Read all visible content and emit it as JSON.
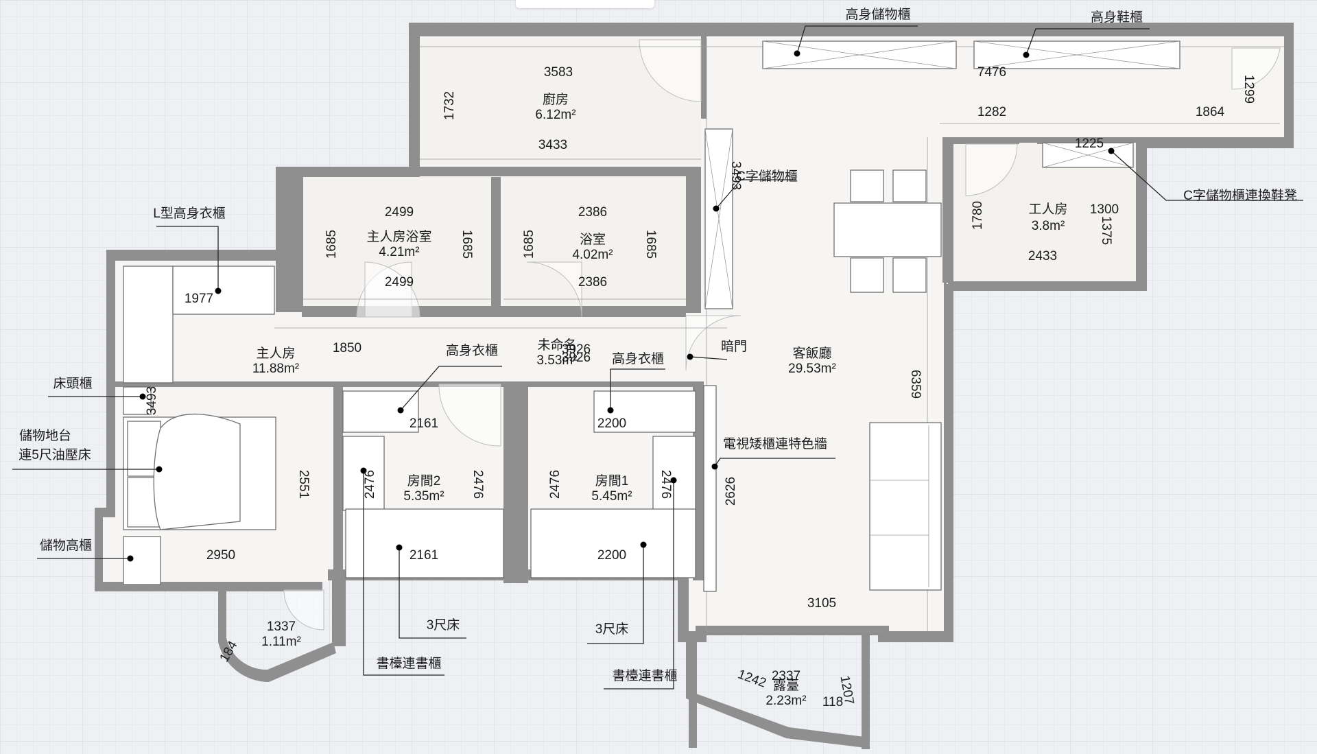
{
  "rooms": {
    "kitchen": {
      "name": "廚房",
      "area": "6.12m²"
    },
    "master_bath": {
      "name": "主人房浴室",
      "area": "4.21m²"
    },
    "bath": {
      "name": "浴室",
      "area": "4.02m²"
    },
    "master": {
      "name": "主人房",
      "area": "11.88m²"
    },
    "unnamed": {
      "name": "未命名",
      "area": "3.53m²"
    },
    "living": {
      "name": "客飯廳",
      "area": "29.53m²"
    },
    "helper": {
      "name": "工人房",
      "area": "3.8m²"
    },
    "room2": {
      "name": "房間2",
      "area": "5.35m²"
    },
    "room1": {
      "name": "房間1",
      "area": "5.45m²"
    },
    "bay": {
      "name": "",
      "area": "1.11m²"
    },
    "balcony": {
      "name": "露臺",
      "area": "2.23m²"
    }
  },
  "annotations": {
    "tall_storage": "高身儲物櫃",
    "tall_shoe": "高身鞋櫃",
    "c_storage": "C字儲物櫃",
    "c_storage_bench": "C字儲物櫃連換鞋凳",
    "l_wardrobe": "L型高身衣櫃",
    "bedside": "床頭櫃",
    "storage_platform_1": "儲物地台",
    "storage_platform_2": "連5尺油壓床",
    "storage_tall": "儲物高櫃",
    "tall_wardrobe_a": "高身衣櫃",
    "tall_wardrobe_b": "高身衣櫃",
    "hidden_door": "暗門",
    "tv_cabinet": "電視矮櫃連特色牆",
    "bed_a": "3尺床",
    "bed_b": "3尺床",
    "desk_a": "書檯連書櫃",
    "desk_b": "書檯連書櫃"
  },
  "dimensions": {
    "kitchen_top": "3583",
    "kitchen_bottom": "3433",
    "kitchen_side": "1732",
    "corridor_7476": "7476",
    "d_1282": "1282",
    "d_1864": "1864",
    "d_1299": "1299",
    "d_1225": "1225",
    "c_cabinet": "3493",
    "mb_top": "2499",
    "mb_bottom": "2499",
    "mb_left": "1685",
    "mb_right": "1685",
    "b_top": "2386",
    "b_bottom": "2386",
    "b_left": "1685",
    "b_right": "1685",
    "helper_side": "1780",
    "helper_w": "1300",
    "helper_h": "1375",
    "helper_bottom": "2433",
    "wardrobe_1977": "1977",
    "master_1850": "1850",
    "unnamed_a": "3926",
    "unnamed_b": "3926",
    "master_side": "3493",
    "master_2551": "2551",
    "master_2950": "2950",
    "r2_top": "2161",
    "r2_bottom": "2161",
    "r2_left": "2476",
    "r2_right": "2476",
    "r1_top": "2200",
    "r1_bottom": "2200",
    "r1_left": "2476",
    "r1_right": "2476",
    "living_6359": "6359",
    "living_2626": "2626",
    "living_3105": "3105",
    "bay_1337": "1337",
    "bay_184": "184",
    "bal_1242": "1242",
    "bal_2337": "2337",
    "bal_1207": "1207",
    "bal_118": "118"
  }
}
